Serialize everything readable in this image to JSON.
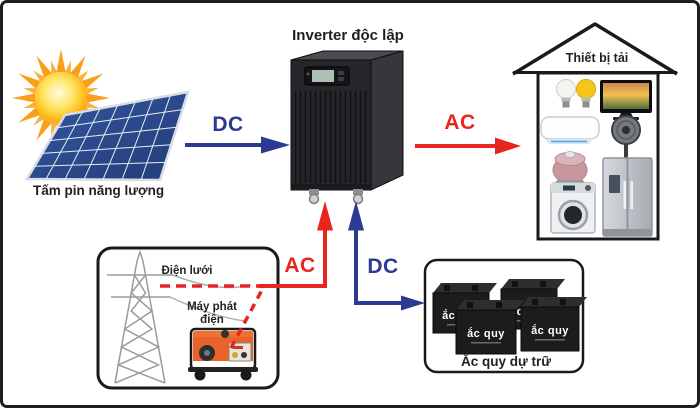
{
  "diagram": {
    "title": "Inverter độc lập",
    "solar_panel": {
      "caption": "Tấm pin năng lượng"
    },
    "flows": {
      "solar_to_inverter": "DC",
      "inverter_to_loads": "AC",
      "grid_to_inverter": "AC",
      "inverter_to_battery": "DC"
    },
    "grid_source_box": {
      "grid_label": "Điện lưới",
      "generator_label": "Máy phát điện"
    },
    "battery_box": {
      "battery_unit_label": "ắc quy",
      "caption": "Ắc quy dự trữ"
    },
    "load_house": {
      "caption": "Thiết bị tải"
    },
    "colors": {
      "ac_red": "#e8251f",
      "dc_blue": "#2b3a92",
      "label_black": "#231f20"
    }
  }
}
